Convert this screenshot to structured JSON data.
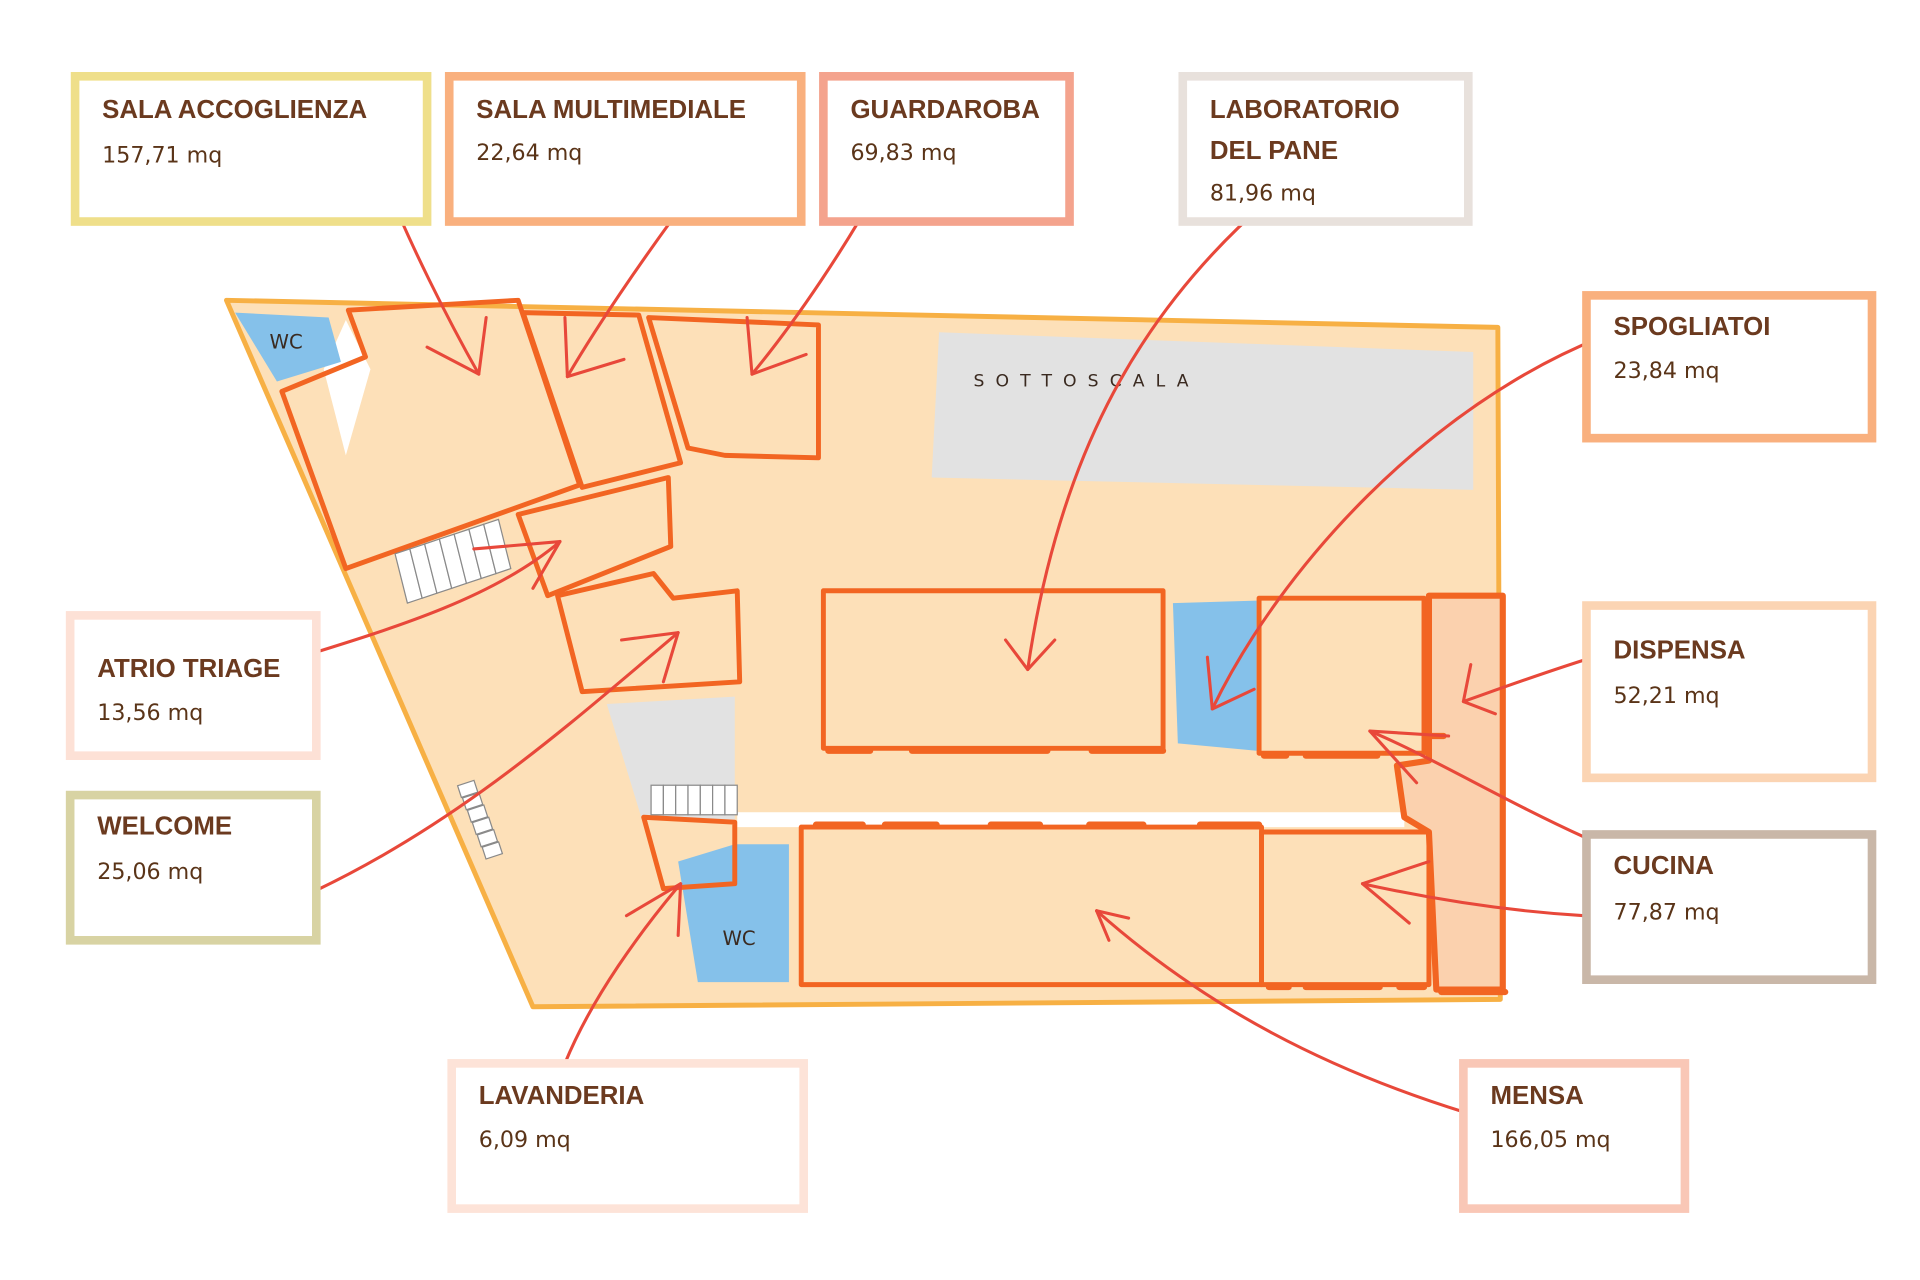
{
  "plan": {
    "wc_label": "WC",
    "sottoscala_label": "SOTTOSCALA"
  },
  "rooms": {
    "sala_accoglienza": {
      "name": "SALA ACCOGLIENZA",
      "area": "157,71 mq",
      "color": "#ecd97e",
      "box_color": "#efdf8a"
    },
    "sala_multimediale": {
      "name": "SALA MULTIMEDIALE",
      "area": "22,64 mq",
      "color": "#f9ae7a",
      "box_color": "#f9b07e"
    },
    "guardaroba": {
      "name": "GUARDAROBA",
      "area": "69,83 mq",
      "color": "#f5a08a",
      "box_color": "#f4a38d"
    },
    "laboratorio_del_pane": {
      "name_line1": "LABORATORIO",
      "name_line2": "DEL PANE",
      "area": "81,96 mq",
      "color": "#e5e0dc",
      "box_color": "#e8e1dc"
    },
    "spogliatoi": {
      "name": "SPOGLIATOI",
      "area": "23,84 mq",
      "color": "#85c1ea",
      "box_color": "#f9b07e"
    },
    "atrio_triage": {
      "name": "ATRIO TRIAGE",
      "area": "13,56 mq",
      "color": "#f8c3b1",
      "box_color": "#fde1d6"
    },
    "welcome": {
      "name": "WELCOME",
      "area": "25,06 mq",
      "color": "#d5d293",
      "box_color": "#d8d3a3"
    },
    "dispensa": {
      "name": "DISPENSA",
      "area": "52,21 mq",
      "color": "#fbd1ae",
      "box_color": "#fbd4b3"
    },
    "cucina": {
      "name": "CUCINA",
      "area": "77,87 mq",
      "color": "#c4b2a2",
      "box_color": "#c9b7a8"
    },
    "lavanderia": {
      "name": "LAVANDERIA",
      "area": "6,09 mq",
      "color": "#fde3d8",
      "box_color": "#fde3d8"
    },
    "mensa": {
      "name": "MENSA",
      "area": "166,05 mq",
      "color": "#f9c5b2",
      "box_color": "#f9c7b6"
    }
  },
  "colors": {
    "corridor": "#fde0b8",
    "outline": "#f7b044",
    "wall": "#f26522",
    "wc": "#85c1ea",
    "sottoscala": "#e2e2e2",
    "arrow": "#e8483a",
    "label_text": "#6b3a1f"
  }
}
